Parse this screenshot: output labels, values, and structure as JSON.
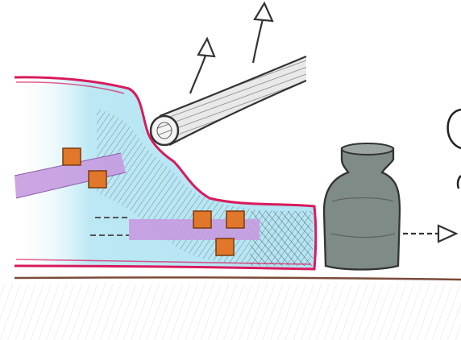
{
  "figure": {
    "title": "",
    "colors": {
      "outline": "#d81b5c",
      "fill_blue": "#8fd8ee",
      "fill_cyan": "#bfeaf5",
      "purple_bar": "#c79be0",
      "orange_square": "#e0772b",
      "weight_gray": "#7f8b87",
      "ground": "#7a4b3a",
      "hatch": "#3b3b3b"
    },
    "parts": {
      "tongue": "hooked-tongue",
      "clamp_roller": "striped-roller",
      "weight": "gray-weight",
      "arrow_up_1": "up-arrow",
      "arrow_up_2": "up-arrow",
      "arrow_right": "right-arrow"
    }
  }
}
